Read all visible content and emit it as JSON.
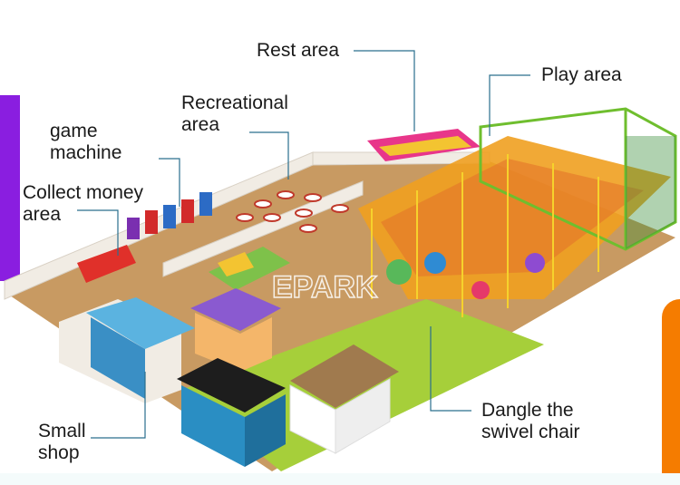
{
  "labels": {
    "rest_area": [
      "Rest area"
    ],
    "play_area": [
      "Play area"
    ],
    "recreational_area": [
      "Recreational",
      "area"
    ],
    "game_machine": [
      "game",
      "machine"
    ],
    "collect_money_area": [
      "Collect money",
      "area"
    ],
    "small_shop": [
      "Small",
      "shop"
    ],
    "swivel_chair": [
      "Dangle the",
      "swivel chair"
    ]
  },
  "watermark": "EPARK",
  "colors": {
    "floor": "#c89a62",
    "grass": "#a6cf3a",
    "wall": "#f1ece4",
    "leader_line": "#2a6f8e",
    "deco_purple": "#8a1ee0",
    "deco_orange": "#f57c00"
  }
}
